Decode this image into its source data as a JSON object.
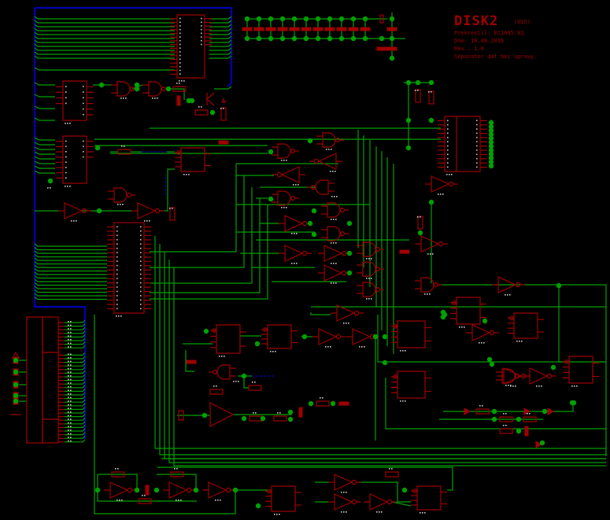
{
  "window": {
    "type": "schematic-viewer"
  },
  "title_block": {
    "name": "DISK2",
    "sheet_number": "(015)",
    "redrawn_by": "Prekreslil: EC1045.81",
    "date": "Dne: 18.08.2016",
    "revision": "Rev.: 1.0",
    "description": "Separator dat bez upravy."
  },
  "colors": {
    "background": "#000000",
    "wire": "#00a000",
    "bus": "#0000b4",
    "component": "#a00000",
    "junction": "#00a000",
    "pin_label": "#c8c8c8",
    "title_text": "#a00000"
  },
  "components": {
    "connector_edge": {
      "label": "edge-connector",
      "count": 1
    },
    "ic_large": {
      "label": "40-pin-ic",
      "count": 1
    },
    "ic_dip": {
      "label": "dip-ic",
      "count": 6
    },
    "flipflops": {
      "label": "d-flipflop",
      "count": 7
    },
    "inverters": {
      "label": "inverter",
      "count": 22
    },
    "nand_gates": {
      "label": "nand-gate",
      "count": 14
    },
    "resistors": {
      "label": "resistor",
      "count": 30
    },
    "capacitors": {
      "label": "capacitor",
      "count": 18
    },
    "diodes": {
      "label": "diode",
      "count": 4
    },
    "transistor": {
      "label": "transistor",
      "count": 1
    },
    "opamp": {
      "label": "comparator",
      "count": 1
    },
    "crystal": {
      "label": "crystal",
      "count": 2
    }
  }
}
